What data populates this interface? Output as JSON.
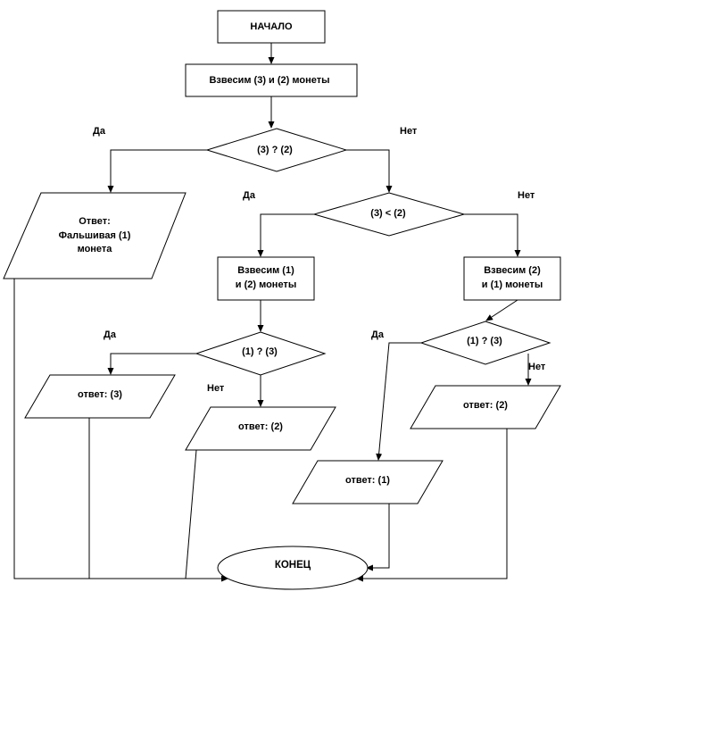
{
  "nodes": {
    "start": "НАЧАЛО",
    "weigh_3_2": "Взвесим (3) и (2) монеты",
    "cond_3_vs_2": "(3) ? (2)",
    "answer_fake_1": [
      "Ответ:",
      "Фальшивая (1)",
      "монета"
    ],
    "cond_3_lt_2": "(3) < (2)",
    "weigh_1_2": [
      "Взвесим (1)",
      "и (2) монеты"
    ],
    "weigh_2_1": [
      "Взвесим (2)",
      "и (1) монеты"
    ],
    "cond_1_vs_3_left": "(1) ? (3)",
    "cond_1_vs_3_right": "(1) ? (3)",
    "answer_3": "ответ: (3)",
    "answer_2_left": "ответ: (2)",
    "answer_2_right": "ответ: (2)",
    "answer_1": "ответ: (1)",
    "end": "КОНЕЦ"
  },
  "labels": {
    "yes": "Да",
    "no": "Нет"
  }
}
